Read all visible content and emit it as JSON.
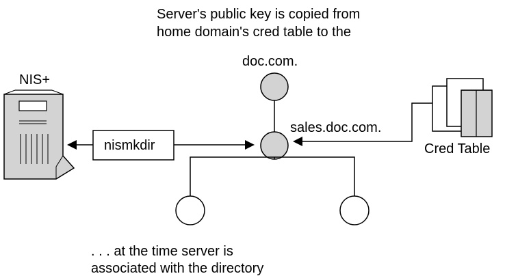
{
  "caption_top": {
    "line1": "Server's public key is copied from",
    "line2": "home domain's cred table to the"
  },
  "caption_bottom": {
    "line1": ". . . at the time server is",
    "line2": "associated with the directory"
  },
  "nodes": {
    "root_label": "doc.com.",
    "sub_label": "sales.doc.com."
  },
  "server": {
    "label": "NIS+"
  },
  "command": {
    "label": "nismkdir"
  },
  "cred_table": {
    "label": "Cred Table"
  },
  "colors": {
    "node_fill": "#d3d3d3",
    "stroke": "#000000",
    "background": "#ffffff"
  }
}
